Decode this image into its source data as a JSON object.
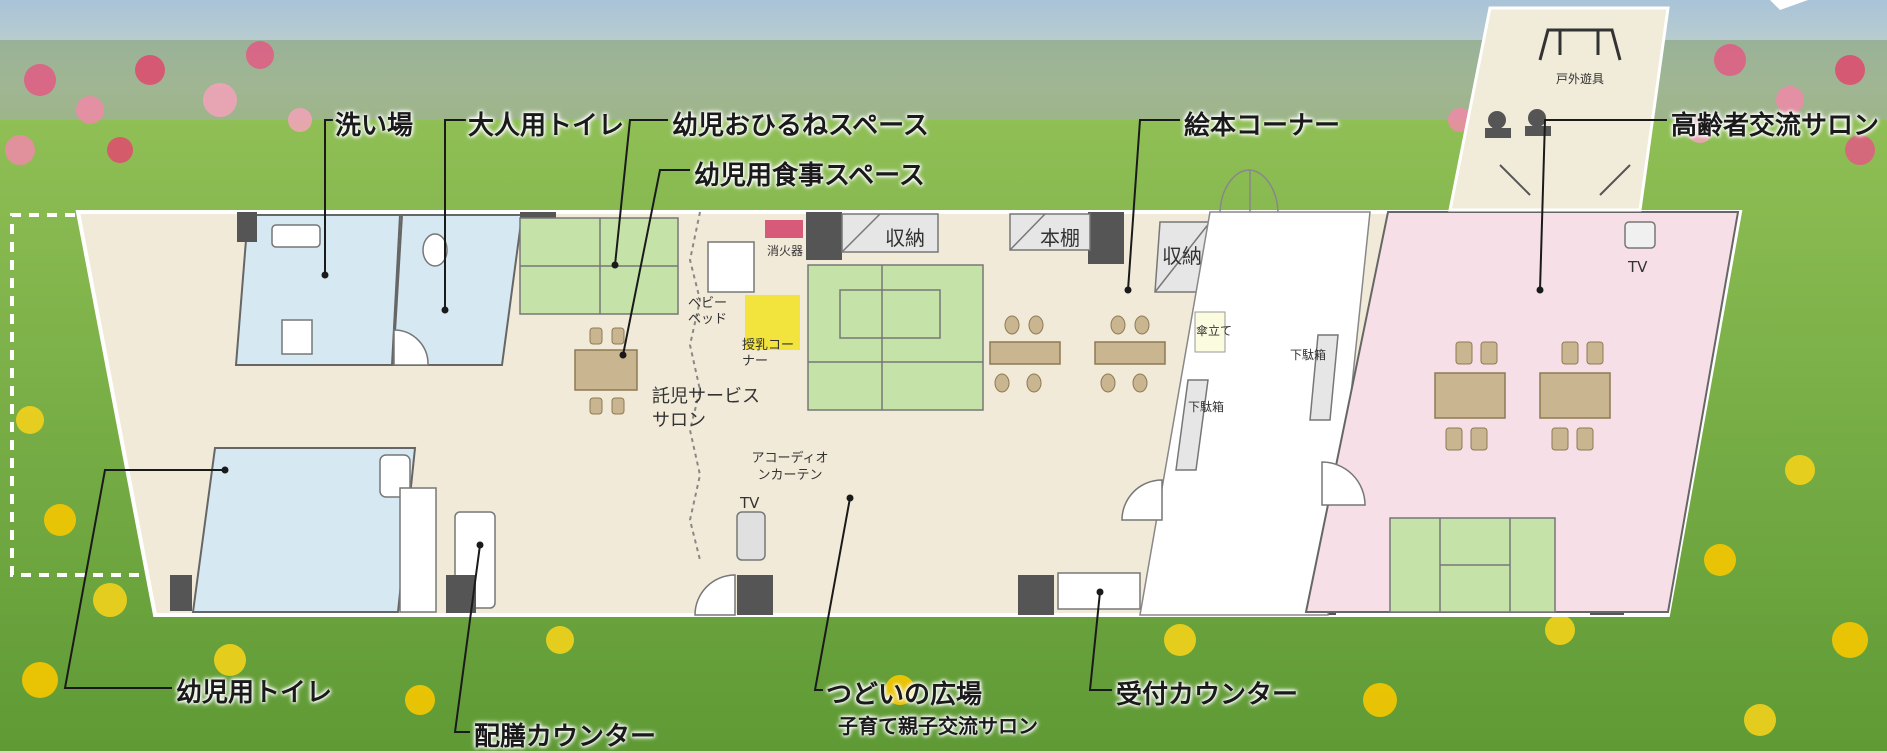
{
  "callouts": {
    "washroom": "洗い場",
    "adult_toilet": "大人用トイレ",
    "nap_space": "幼児おひるねスペース",
    "dining_space": "幼児用食事スペース",
    "picture_book_corner": "絵本コーナー",
    "senior_salon": "高齢者交流サロン",
    "child_toilet": "幼児用トイレ",
    "serving_counter": "配膳カウンター",
    "plaza": "つどいの広場",
    "plaza_sub": "子育て親子交流サロン",
    "reception_counter": "受付カウンター"
  },
  "room_labels": {
    "storage_1": "収納",
    "bookshelf": "本棚",
    "storage_2": "収納",
    "extinguisher": "消火器",
    "baby_bed": "ベビーベッド",
    "nursing_corner": "授乳コーナー",
    "childcare_salon": "託児サービスサロン",
    "accordion_curtain": "アコーディオンカーテン",
    "tv_center": "TV",
    "tv_right": "TV",
    "umbrella_stand": "傘立て",
    "shoe_rack_1": "下駄箱",
    "shoe_rack_2": "下駄箱",
    "outdoor_play": "戸外遊具"
  },
  "colors": {
    "toilet_blue": "#d6e8f2",
    "tatami_green": "#c5e2a8",
    "plaza_beige": "#f2ead9",
    "salon_pink": "#f6dfe6",
    "table_tan": "#c9b58f",
    "nursing_yellow": "#f2e43c",
    "extinguisher_pink": "#d85a7a",
    "wall_dark": "#555555"
  }
}
